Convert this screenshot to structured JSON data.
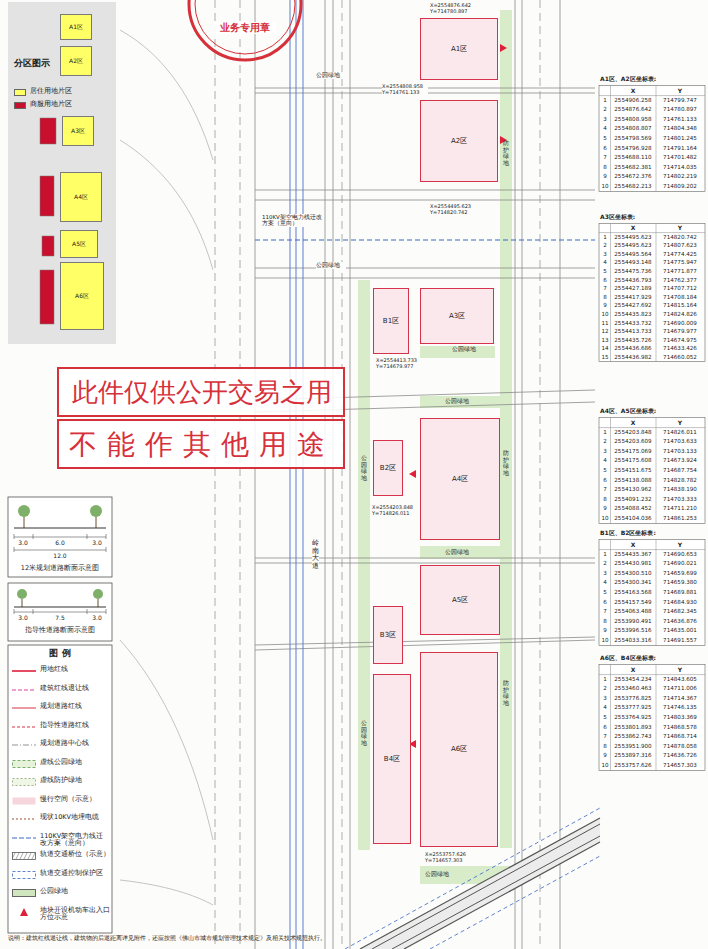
{
  "diagram": {
    "nodes": [
      {
        "text": [
          "分区图示"
        ]
      },
      {
        "text": [
          "A1区"
        ],
        "in": 0
      },
      {
        "text": [
          "A2区"
        ],
        "in": 0
      },
      {
        "text": [
          "A3区"
        ],
        "in": 0
      },
      {
        "text": [
          "A4区"
        ],
        "in": 0
      },
      {
        "text": [
          "A5区"
        ],
        "in": 0
      },
      {
        "text": [
          "A6区"
        ],
        "in": 0
      },
      {
        "text": [
          "A1区"
        ]
      },
      {
        "text": [
          "A2区"
        ]
      },
      {
        "text": [
          "B1区"
        ]
      },
      {
        "text": [
          "A3区"
        ]
      },
      {
        "text": [
          "B2区"
        ]
      },
      {
        "text": [
          "A4区"
        ]
      },
      {
        "text": [
          "B3区"
        ]
      },
      {
        "text": [
          "A5区"
        ]
      },
      {
        "text": [
          "B4区"
        ]
      },
      {
        "text": [
          "A6区"
        ]
      }
    ],
    "labels": [
      "业务专用章",
      "此件仅供公开交易之用",
      "不能作其他用途",
      "公园绿地",
      "110KV架空电力线迁改方案（意向）",
      "公园绿地",
      "公园绿地",
      "公园绿地",
      "公园绿地",
      "公园绿地",
      "防护绿地",
      "防护绿地",
      "防护绿地",
      "公园绿地",
      "公园绿地",
      "岭南大道",
      "X=2554876.642 Y=714780.897",
      "X=2554808.958 Y=714761.133",
      "X=2554495.623 Y=714820.742",
      "X=2554413.733 Y=714679.977",
      "X=2554203.848 Y=714826.011",
      "X=2553757.626 Y=714657.303",
      "A1区、A2区坐标表:",
      "X",
      "Y",
      "1",
      "2554906.258",
      "714799.747",
      "2",
      "2554876.642",
      "714780.897",
      "3",
      "2554808.958",
      "714761.133",
      "4",
      "2554808.807",
      "714804.348",
      "5",
      "2554798.569",
      "714801.245",
      "6",
      "2554796.928",
      "714791.164",
      "7",
      "2554688.110",
      "714701.482",
      "8",
      "2554682.381",
      "714714.035",
      "9",
      "2554672.376",
      "714802.219",
      "10",
      "2554682.213",
      "714809.202",
      "A3区坐标表:",
      "X",
      "Y",
      "1",
      "2554495.623",
      "714820.742",
      "2",
      "2554495.623",
      "714807.623",
      "3",
      "2554495.564",
      "714774.425",
      "4",
      "2554493.148",
      "714775.947",
      "5",
      "2554475.736",
      "714771.877",
      "6",
      "2554436.793",
      "714762.377",
      "7",
      "2554427.189",
      "714707.712",
      "8",
      "2554417.929",
      "714708.184",
      "9",
      "2554427.692",
      "714815.164",
      "10",
      "2554435.823",
      "714824.826",
      "11",
      "2554433.732",
      "714690.009",
      "12",
      "2554413.733",
      "714679.977",
      "13",
      "2554435.726",
      "714674.975",
      "14",
      "2554436.686",
      "714633.426",
      "15",
      "2554436.982",
      "714660.052",
      "A4区、A5区坐标表:",
      "X",
      "Y",
      "1",
      "2554203.848",
      "714826.011",
      "2",
      "2554203.609",
      "714703.633",
      "3",
      "2554175.069",
      "714703.133",
      "4",
      "2554175.608",
      "714673.924",
      "5",
      "2554151.675",
      "714687.754",
      "6",
      "2554138.088",
      "714828.782",
      "7",
      "2554130.962",
      "714838.190",
      "8",
      "2554091.232",
      "714703.333",
      "9",
      "2554088.452",
      "714711.210",
      "10",
      "2554104.036",
      "714861.253",
      "B1区、B2区坐标表:",
      "X",
      "Y",
      "1",
      "2554435.367",
      "714690.653",
      "2",
      "2554430.981",
      "714690.021",
      "3",
      "2554300.510",
      "714659.699",
      "4",
      "2554300.341",
      "714659.380",
      "5",
      "2554163.568",
      "714689.881",
      "6",
      "2554157.549",
      "714684.930",
      "7",
      "2554063.488",
      "714682.345",
      "8",
      "2553990.491",
      "714636.876",
      "9",
      "2553996.516",
      "714635.001",
      "10",
      "2554033.316",
      "714691.557",
      "A6区、B4区坐标表:",
      "X",
      "Y",
      "1",
      "2553454.234",
      "714843.605",
      "2",
      "2553460.463",
      "714711.006",
      "3",
      "2553776.825",
      "714714.367",
      "4",
      "2553777.925",
      "714746.135",
      "5",
      "2553764.925",
      "714803.369",
      "6",
      "2553801.893",
      "714868.578",
      "7",
      "2553862.743",
      "714868.714",
      "8",
      "2553951.900",
      "714878.058",
      "9",
      "2553897.316",
      "714636.726",
      "10",
      "2553757.626",
      "714657.303",
      "3.0",
      "6.0",
      "3.0",
      "12.0",
      "12米规划道路断面示意图",
      "3.0",
      "7.5",
      "3.0",
      "指导性道路断面示意图",
      "图 例",
      "说明：建筑红线退让线，建筑物的后退距离详见附件，还应按照《佛山市城市规划管理技术规定》及相关技术规范执行。"
    ],
    "legend": [
      {
        "text": "居住用地片区",
        "color": "#ffff66"
      },
      {
        "text": "商服用地片区",
        "color": "#c8102e"
      },
      {
        "text": "用地红线"
      },
      {
        "text": "建筑红线退让线"
      },
      {
        "text": "规划道路红线"
      },
      {
        "text": "指导性道路红线"
      },
      {
        "text": "规划道路中心线"
      },
      {
        "text": "虚线公园绿地"
      },
      {
        "text": "虚线防护绿地"
      },
      {
        "text": "慢行空间（示意）"
      },
      {
        "text": "现状10KV地埋电缆"
      },
      {
        "text": "110KV架空电力线迁改方案（意向）"
      },
      {
        "text": "轨道交通桥位（示意）"
      },
      {
        "text": "轨道交通控制保护区"
      },
      {
        "text": "公园绿地",
        "color": "#cfe6bf"
      },
      {
        "text": "地块开设机动车出入口方位示意"
      }
    ]
  }
}
